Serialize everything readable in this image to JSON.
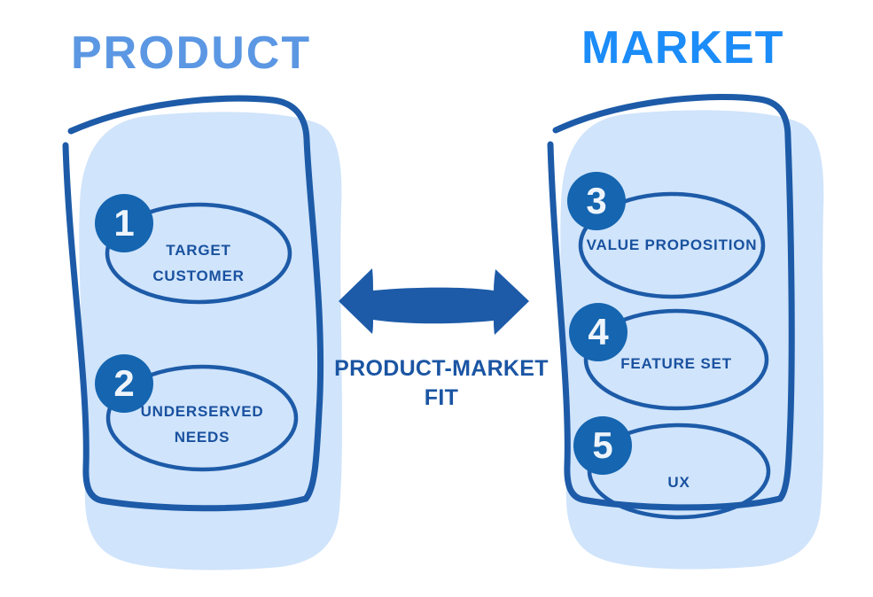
{
  "colors": {
    "dark_blue": "#1d5ba8",
    "badge_blue": "#1565b0",
    "panel_fill": "#d0e4fb",
    "label_text": "#19519f",
    "caption_blue": "#1b55a3",
    "product_title": "#5b97e3",
    "market_title": "#1b8cf8",
    "badge_number": "#eef4fb",
    "background": "#ffffff"
  },
  "titles": {
    "left": "PRODUCT",
    "right": "MARKET"
  },
  "center": {
    "caption_line1": "PRODUCT-MARKET",
    "caption_line2": "FIT",
    "arrow_icon": "double-headed-arrow"
  },
  "product_items": [
    {
      "number": "1",
      "lines": [
        "TARGET",
        "CUSTOMER"
      ]
    },
    {
      "number": "2",
      "lines": [
        "UNDERSERVED",
        "NEEDS"
      ]
    }
  ],
  "market_items": [
    {
      "number": "3",
      "lines": [
        "VALUE PROPOSITION"
      ]
    },
    {
      "number": "4",
      "lines": [
        "FEATURE SET"
      ]
    },
    {
      "number": "5",
      "lines": [
        "UX"
      ]
    }
  ]
}
